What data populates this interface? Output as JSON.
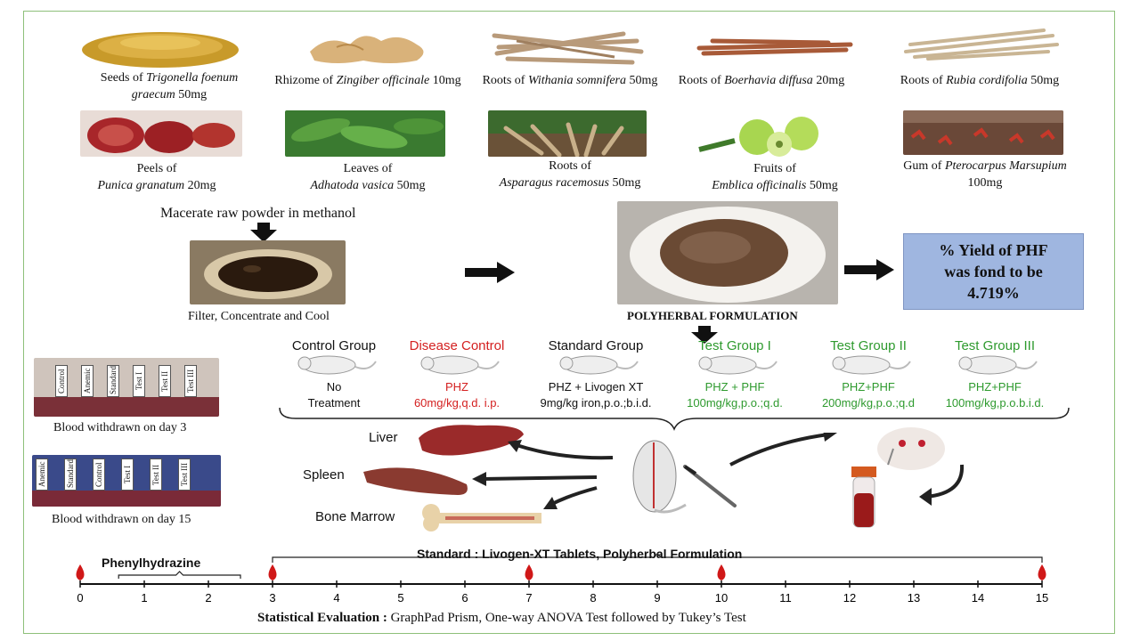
{
  "herbs_row1": [
    {
      "pre": "Seeds of ",
      "italic": "Trigonella foenum graecum",
      "post": " 50mg"
    },
    {
      "pre": "Rhizome of ",
      "italic": "Zingiber officinale",
      "post": " 10mg"
    },
    {
      "pre": "Roots of ",
      "italic": "Withania somnifera",
      "post": " 50mg"
    },
    {
      "pre": "Roots of ",
      "italic": "Boerhavia diffusa",
      "post": " 20mg"
    },
    {
      "pre": "Roots of ",
      "italic": "Rubia cordifolia",
      "post": " 50mg"
    }
  ],
  "herbs_row2": [
    {
      "pre": "Peels of ",
      "italic": "Punica granatum",
      "post": " 20mg"
    },
    {
      "pre": "Leaves of ",
      "italic": "Adhatoda vasica",
      "post": " 50mg"
    },
    {
      "pre": "Roots of ",
      "italic": "Asparagus racemosus",
      "post": " 50mg"
    },
    {
      "pre": "Fruits of ",
      "italic": "Emblica officinalis",
      "post": " 50mg"
    },
    {
      "pre": "Gum of ",
      "italic": "Pterocarpus Marsupium",
      "post": " 100mg"
    }
  ],
  "process": {
    "macerate": "Macerate raw powder in methanol",
    "filter": "Filter, Concentrate and Cool",
    "formulation": "POLYHERBAL FORMULATION",
    "yield_line1": "% Yield of PHF",
    "yield_line2": "was fond to be",
    "yield_line3": "4.719%"
  },
  "groups": [
    {
      "name": "Control Group",
      "line1": "No",
      "line2": "Treatment",
      "color": "#111111"
    },
    {
      "name": "Disease Control",
      "line1": "PHZ",
      "line2": "60mg/kg,q.d. i.p.",
      "color": "#d42020"
    },
    {
      "name": "Standard Group",
      "line1": "PHZ + Livogen XT",
      "line2": "9mg/kg iron,p.o.;b.i.d.",
      "color": "#111111"
    },
    {
      "name": "Test Group I",
      "line1": "PHZ + PHF",
      "line2": "100mg/kg,p.o.;q.d.",
      "color": "#2e9a2e"
    },
    {
      "name": "Test Group II",
      "line1": "PHZ+PHF",
      "line2": "200mg/kg,p.o.;q.d",
      "color": "#2e9a2e"
    },
    {
      "name": "Test Group III",
      "line1": "PHZ+PHF",
      "line2": "100mg/kg,p.o.b.i.d.",
      "color": "#2e9a2e"
    }
  ],
  "organs": {
    "liver": "Liver",
    "spleen": "Spleen",
    "bone_marrow": "Bone Marrow"
  },
  "blood": {
    "day3_caption": "Blood withdrawn on day 3",
    "day15_caption": "Blood withdrawn on day 15",
    "day3_tubes": [
      "Control",
      "Anemic",
      "Standard",
      "Test I",
      "Test II",
      "Test III"
    ],
    "day15_tubes": [
      "Anemic",
      "Standard",
      "Control",
      "Test I",
      "Test II",
      "Test III"
    ]
  },
  "timeline": {
    "phz_label": "Phenylhydrazine",
    "standard_label": "Standard : Livogen-XT Tablets, Polyherbal Formulation",
    "ticks": [
      "0",
      "1",
      "2",
      "3",
      "4",
      "5",
      "6",
      "7",
      "8",
      "9",
      "10",
      "11",
      "12",
      "13",
      "14",
      "15"
    ],
    "drops": [
      0,
      3,
      7,
      10,
      15
    ]
  },
  "footer": {
    "bold": "Statistical Evaluation : ",
    "rest": "GraphPad Prism, One-way ANOVA Test followed by Tukey’s Test"
  }
}
